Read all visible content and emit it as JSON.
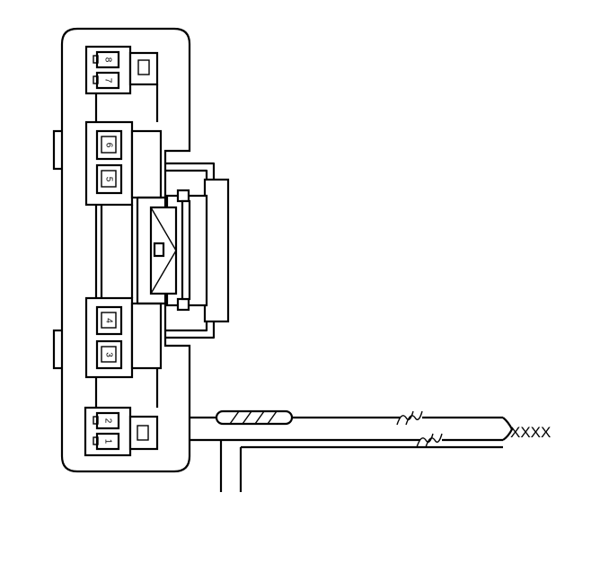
{
  "connector": {
    "pins": [
      {
        "id": "pin-8",
        "label": "8"
      },
      {
        "id": "pin-7",
        "label": "7"
      },
      {
        "id": "pin-6",
        "label": "6"
      },
      {
        "id": "pin-5",
        "label": "5"
      },
      {
        "id": "pin-4",
        "label": "4"
      },
      {
        "id": "pin-3",
        "label": "3"
      },
      {
        "id": "pin-2",
        "label": "2"
      },
      {
        "id": "pin-1",
        "label": "1"
      }
    ]
  },
  "wiring": {
    "end_label": "XXXX"
  }
}
